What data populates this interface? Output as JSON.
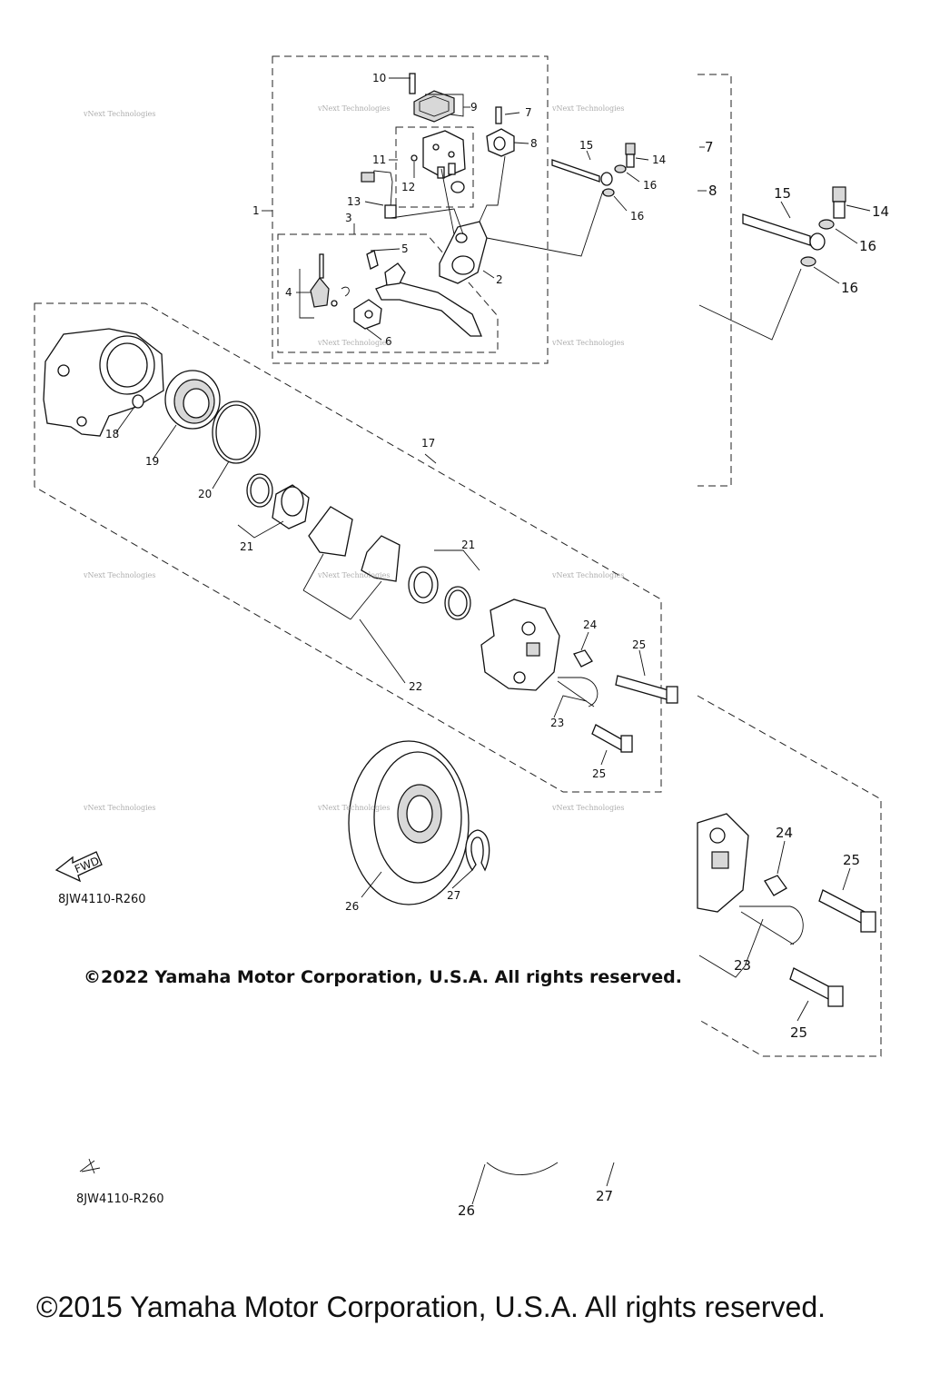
{
  "labels": {
    "p1": "1",
    "p2": "2",
    "p3": "3",
    "p4": "4",
    "p5": "5",
    "p6": "6",
    "p7": "7",
    "p8": "8",
    "p9": "9",
    "p10": "10",
    "p11": "11",
    "p12": "12",
    "p13": "13",
    "p14": "14",
    "p15": "15",
    "p16": "16",
    "p17": "17",
    "p18": "18",
    "p19": "19",
    "p20": "20",
    "p21": "21",
    "p22": "22",
    "p23": "23",
    "p24": "24",
    "p25": "25",
    "p26": "26",
    "p27": "27",
    "z7": "7",
    "z8": "8",
    "z14": "14",
    "z15": "15",
    "z16": "16",
    "z23": "23",
    "z24": "24",
    "z25": "25",
    "z26": "26",
    "z27": "27"
  },
  "watermark": "vNext Technologies",
  "fwd_label": "FWD",
  "diagram_code": "8JW4110-R260",
  "copyright_2022": "©2022 Yamaha Motor Corporation, U.S.A. All rights reserved.",
  "copyright_2015": "©2015 Yamaha Motor Corporation, U.S.A. All rights reserved."
}
